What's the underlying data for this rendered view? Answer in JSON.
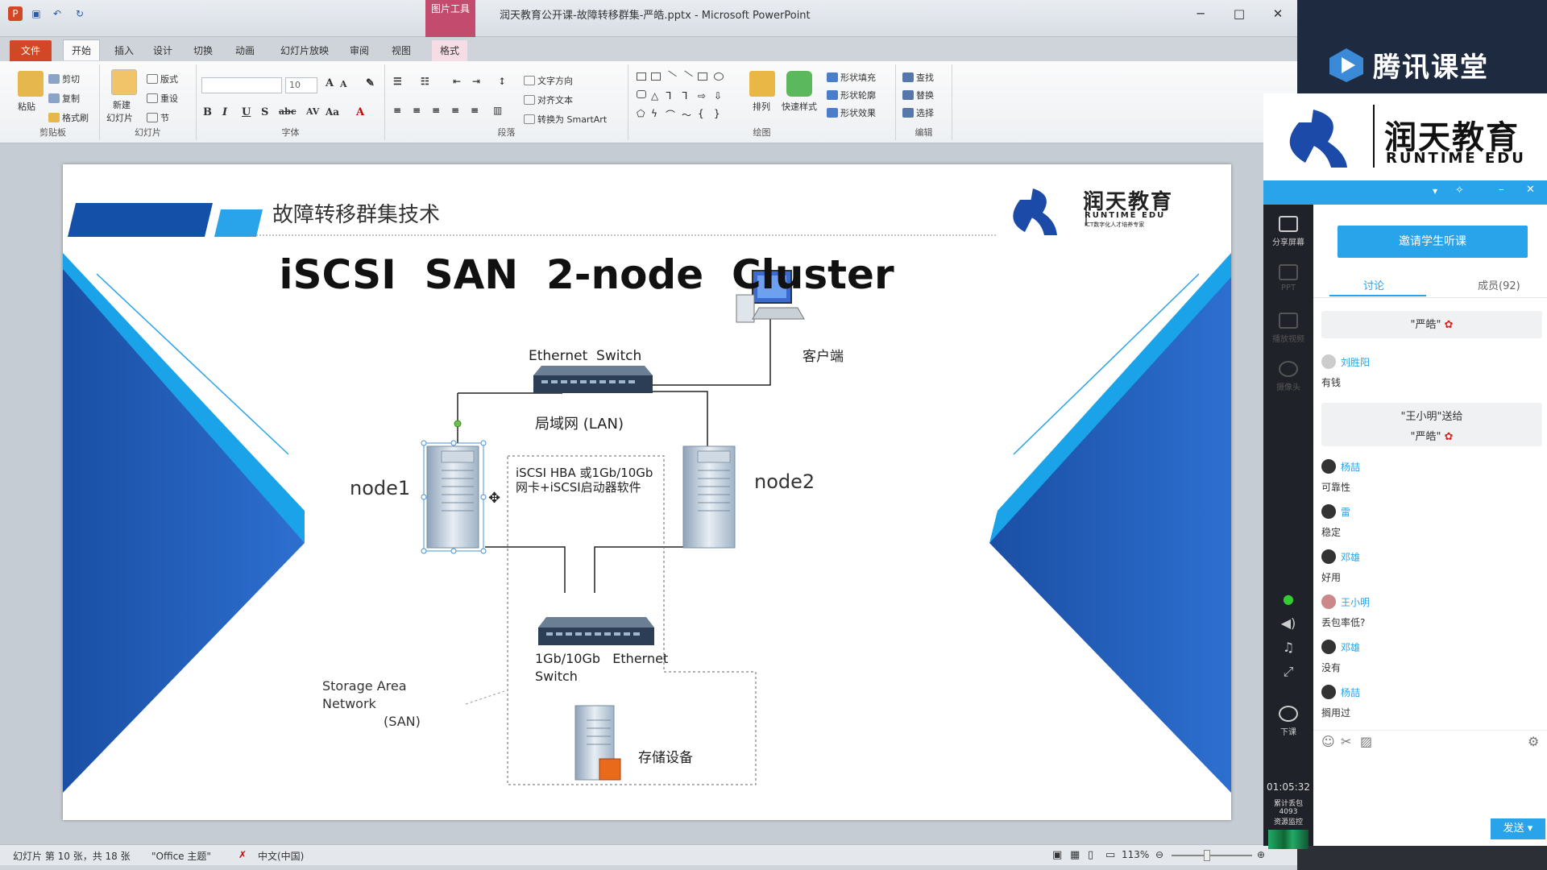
{
  "window": {
    "title": "润天教育公开课-故障转移群集-严皓.pptx - Microsoft PowerPoint",
    "context_tool": "图片工具",
    "context_tab": "格式",
    "controls": {
      "minimize": "─",
      "maximize": "□",
      "close": "✕"
    }
  },
  "ribbon_tabs": [
    "文件",
    "开始",
    "插入",
    "设计",
    "切换",
    "动画",
    "幻灯片放映",
    "审阅",
    "视图",
    "格式"
  ],
  "ribbon": {
    "clipboard": {
      "paste": "粘贴",
      "cut": "剪切",
      "copy": "复制",
      "format_painter": "格式刷",
      "label": "剪贴板"
    },
    "slides": {
      "new_slide": "新建",
      "new_slide2": "幻灯片",
      "layout": "版式",
      "reset": "重设",
      "section": "节",
      "label": "幻灯片"
    },
    "font": {
      "size": "10",
      "label": "字体"
    },
    "paragraph": {
      "text_direction": "文字方向",
      "align_text": "对齐文本",
      "smartart": "转换为 SmartArt",
      "label": "段落"
    },
    "drawing": {
      "arrange": "排列",
      "quick_styles": "快速样式",
      "fill": "形状填充",
      "outline": "形状轮廓",
      "effects": "形状效果",
      "label": "绘图"
    },
    "editing": {
      "find": "查找",
      "replace": "替换",
      "select": "选择",
      "label": "编辑"
    }
  },
  "slide": {
    "header_title": "故障转移群集技术",
    "main_title": "iSCSI  SAN  2-node  Cluster",
    "logo_cn": "润天教育",
    "logo_en": "RUNTIME EDU",
    "logo_sub": "ICT数字化人才培养专家",
    "labels": {
      "ethernet_switch": "Ethernet  Switch",
      "client": "客户端",
      "lan": "局域网 (LAN)",
      "node1": "node1",
      "node2": "node2",
      "hba_line1": "iSCSI HBA 或1Gb/10Gb",
      "hba_line2": "网卡+iSCSI启动器软件",
      "san_switch_line1": "1Gb/10Gb   Ethernet",
      "san_switch_line2": "Switch",
      "san_line1": "Storage Area",
      "san_line2": "Network",
      "san_line3": "(SAN)",
      "storage": "存储设备"
    }
  },
  "statusbar": {
    "slide_info": "幻灯片 第 10 张，共 18 张",
    "theme": "\"Office 主题\"",
    "language": "中文(中国)",
    "zoom": "113%"
  },
  "tencent": {
    "app_name": "腾讯课堂",
    "brand_cn": "润天教育",
    "brand_en": "RUNTIME EDU",
    "invite_button": "邀请学生听课",
    "tabs": {
      "discuss": "讨论",
      "members": "成员(92)"
    },
    "sidebar": {
      "share": "分享屏幕",
      "ppt": "PPT",
      "video": "播放视频",
      "camera": "摄像头",
      "end": "下课"
    },
    "gift_top": "\"严皓\"",
    "gift2_line1": "\"王小明\"送给",
    "gift2_line2": "\"严皓\"",
    "messages": [
      {
        "user": "刘胜阳",
        "text": "有钱"
      },
      {
        "user": "杨喆",
        "text": "可靠性"
      },
      {
        "user": "雷",
        "text": "稳定"
      },
      {
        "user": "邓雄",
        "text": "好用"
      },
      {
        "user": "王小明",
        "text": "丢包率低?"
      },
      {
        "user": "邓雄",
        "text": "没有"
      },
      {
        "user": "杨喆",
        "text": "搁用过"
      }
    ],
    "send": "发送",
    "time": "01:05:32",
    "stats1": "累计丢包",
    "stats2": "4093",
    "stats3": "资源监控"
  },
  "colors": {
    "brand_blue": "#1b4aa8",
    "light_blue": "#29a3e9",
    "ppt_orange": "#d24726"
  }
}
